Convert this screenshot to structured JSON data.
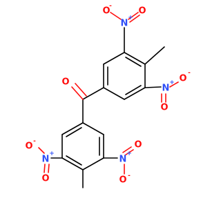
{
  "molecule": {
    "colors": {
      "carbon": "#000000",
      "oxygen": "#ff0d0d",
      "nitrogen": "#3050f8"
    },
    "atom_labels": {
      "carbonyl_oxygen": "O",
      "nitro_nitrogen": "N",
      "nitro_oxygen": "O",
      "plus_charge": "+",
      "minus_charge": "-"
    }
  }
}
